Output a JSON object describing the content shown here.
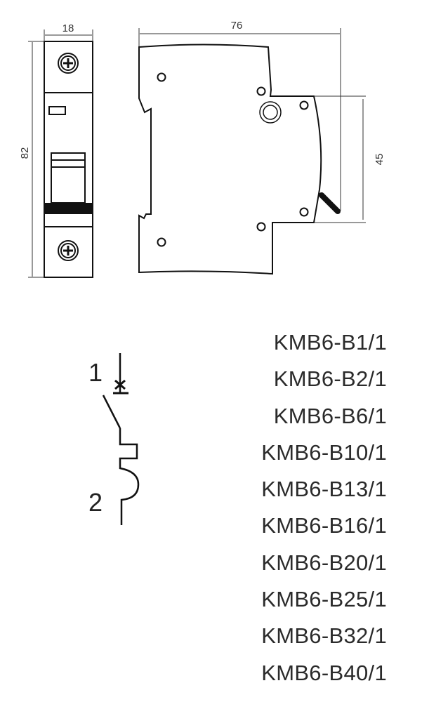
{
  "dimensions": {
    "width": "18",
    "height": "82",
    "depth": "76",
    "toggle_height": "45"
  },
  "symbol": {
    "terminal_top": "1",
    "terminal_bottom": "2"
  },
  "models": [
    "KMB6-B1/1",
    "KMB6-B2/1",
    "KMB6-B6/1",
    "KMB6-B10/1",
    "KMB6-B13/1",
    "KMB6-B16/1",
    "KMB6-B20/1",
    "KMB6-B25/1",
    "KMB6-B32/1",
    "KMB6-B40/1"
  ]
}
